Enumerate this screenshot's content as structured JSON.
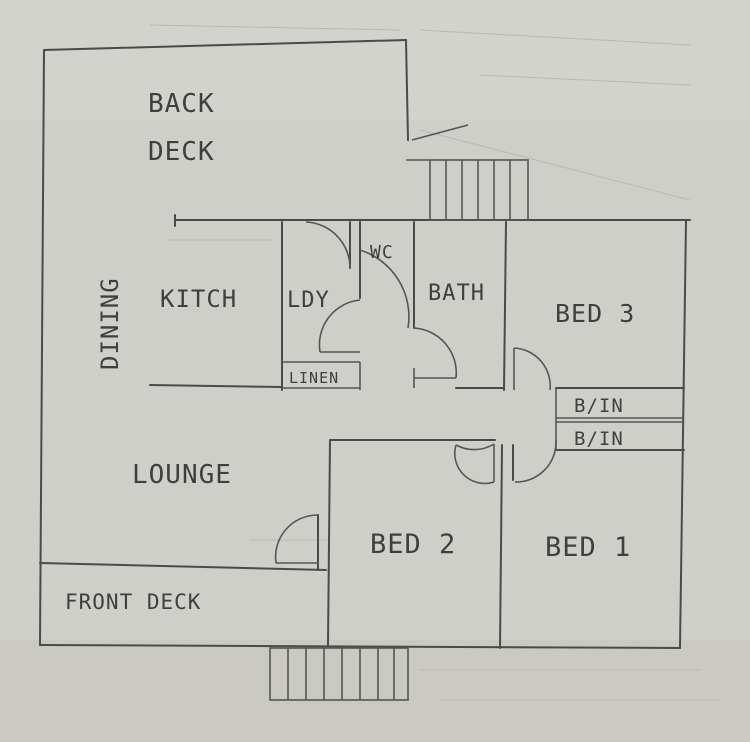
{
  "floor_plan": {
    "rooms": {
      "back_deck_line1": "BACK",
      "back_deck_line2": "DECK",
      "dining": "DINING",
      "kitchen": "KITCH",
      "laundry": "LDY",
      "wc": "WC",
      "bath": "BATH",
      "bed3": "BED 3",
      "linen": "LINEN",
      "built_in_1": "B/IN",
      "built_in_2": "B/IN",
      "lounge": "LOUNGE",
      "bed2": "BED 2",
      "bed1": "BED 1",
      "front_deck": "FRONT DECK"
    },
    "colors": {
      "paper": "#cfcfc9",
      "pencil": "#4a4a4a"
    }
  }
}
